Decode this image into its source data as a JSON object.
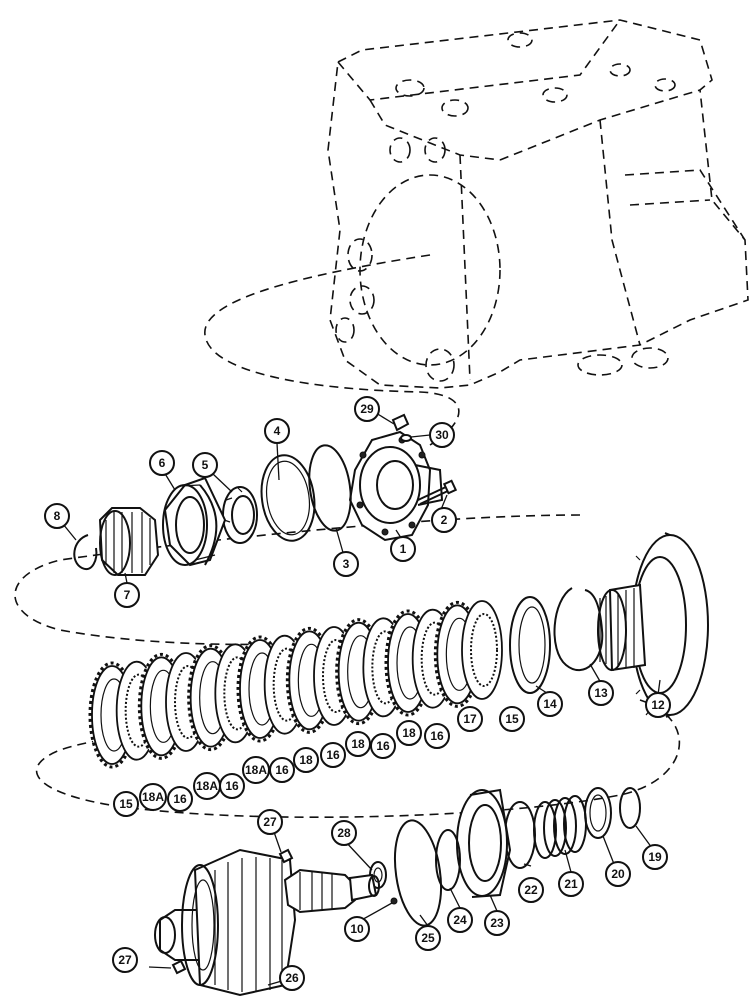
{
  "diagram": {
    "callouts": {
      "c1": "1",
      "c2": "2",
      "c3": "3",
      "c4": "4",
      "c5": "5",
      "c6": "6",
      "c7": "7",
      "c8": "8",
      "c10": "10",
      "c12": "12",
      "c13": "13",
      "c14": "14",
      "c15a": "15",
      "c15b": "15",
      "c16a": "16",
      "c16b": "16",
      "c16c": "16",
      "c16d": "16",
      "c16e": "16",
      "c16f": "16",
      "c17": "17",
      "c18a": "18",
      "c18b": "18",
      "c18c": "18",
      "c18Aa": "18A",
      "c18Ab": "18A",
      "c18Ac": "18A",
      "c19": "19",
      "c20": "20",
      "c21": "21",
      "c22": "22",
      "c23": "23",
      "c24": "24",
      "c25": "25",
      "c26": "26",
      "c27a": "27",
      "c27b": "27",
      "c28": "28",
      "c29": "29",
      "c30": "30"
    }
  }
}
